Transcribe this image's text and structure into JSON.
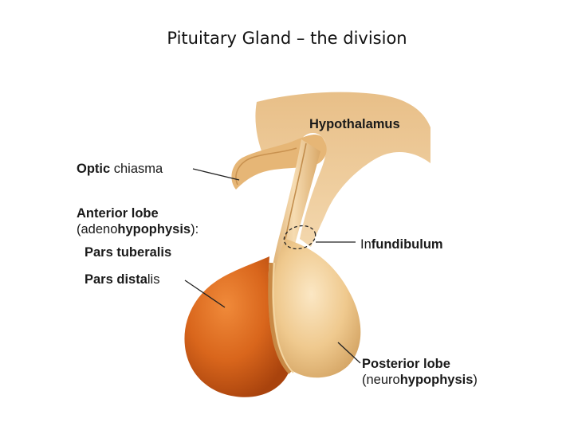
{
  "slide": {
    "title": "Pituitary Gland – the division"
  },
  "colors": {
    "hypothalamus": "#e9c08a",
    "posterior_lobe": "#efc98e",
    "anterior_lobe": "#d9661c",
    "leader_line": "#222222"
  },
  "labels": {
    "hypothalamus": {
      "bold": "Hypothalamus"
    },
    "optic_chiasma": {
      "bold": "Optic",
      "normal": " chiasma"
    },
    "anterior_lobe": {
      "line1": "Anterior lobe",
      "line2_open": "(adeno",
      "line2_bold": "hypophysis",
      "line2_close": "):"
    },
    "pars_tuberalis": {
      "bold": "Pars tuberalis"
    },
    "pars_distalis": {
      "bold": "Pars dista",
      "normal": "lis"
    },
    "infundibulum": {
      "normal": "In",
      "bold": "fundibulum"
    },
    "posterior_lobe": {
      "line1": "Posterior lobe",
      "line2_open": "(neuro",
      "line2_bold": "hypophysis",
      "line2_close": ")"
    }
  }
}
